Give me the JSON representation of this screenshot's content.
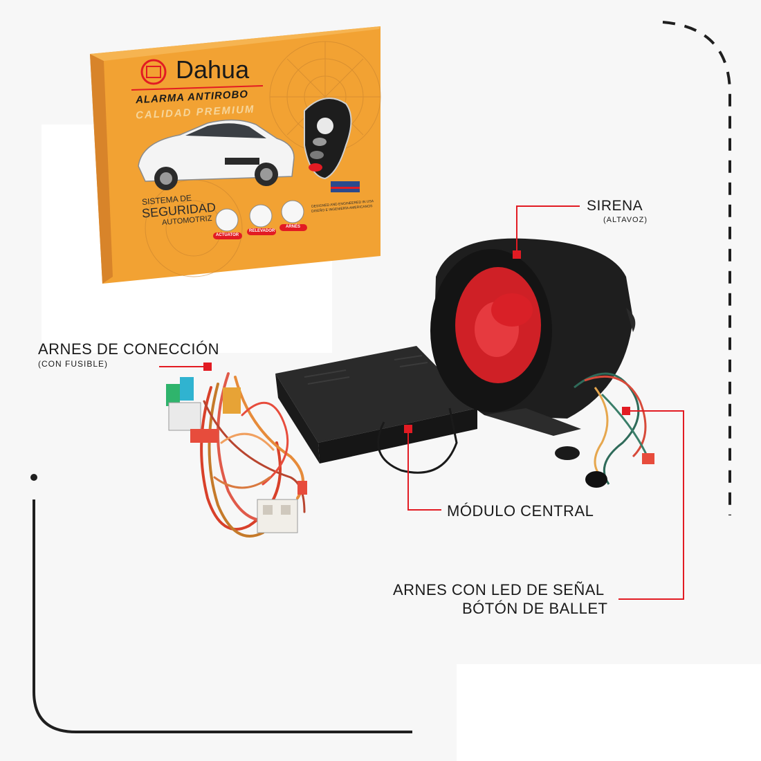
{
  "box": {
    "brand": "Dahua",
    "line1": "ALARMA ANTIROBO",
    "line2": "CALIDAD PREMIUM",
    "system1": "SISTEMA DE",
    "system2": "SEGURIDAD",
    "system3": "AUTOMOTRIZ",
    "badges": [
      "ACTUATOR",
      "RELEVADOR",
      "ARNÉS"
    ],
    "tagline1": "DESIGNED AND ENGINEERED IN USA",
    "tagline2": "DISEÑO E INGENIERÍA AMERICANOS"
  },
  "labels": {
    "sirena": "SIRENA",
    "sirena_sub": "(ALTAVOZ)",
    "arnes": "ARNES DE CONECCIÓN",
    "arnes_sub": "(CON FUSIBLE)",
    "modulo": "MÓDULO CENTRAL",
    "led_line1": "ARNES CON LED DE SEÑAL",
    "led_line2": "BÓTÓN DE BALLET"
  },
  "colors": {
    "accent": "#e21b23",
    "box_orange": "#f2a233",
    "text": "#1a1a1a"
  }
}
